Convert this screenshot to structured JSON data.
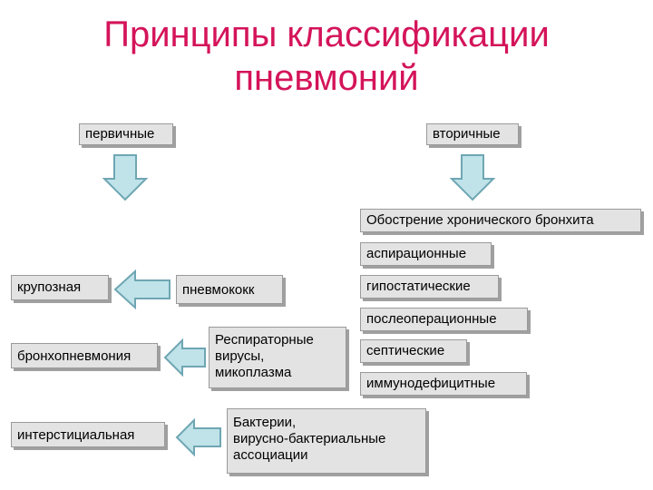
{
  "title": {
    "line1": "Принципы классификации",
    "line2": "пневмоний"
  },
  "nodes": {
    "primary": "первичные",
    "secondary": "вторичные",
    "chronic_bronchitis": "Обострение хронического бронхита",
    "aspiration": "аспирационные",
    "hypostatic": "гипостатические",
    "postoperative": "послеоперационные",
    "septic": "септические",
    "immunodeficient": "иммунодефицитные",
    "lobar": "крупозная",
    "pneumococcus": "пневмококк",
    "bronchopneumonia": "бронхопневмония",
    "respiratory_viruses": [
      "Респираторные",
      "вирусы,",
      "микоплазма"
    ],
    "interstitial": "интерстициальная",
    "bacteria": [
      "Бактерии,",
      "вирусно-бактериальные",
      "ассоциации"
    ]
  },
  "colors": {
    "title": "#d4145a",
    "box_fill": "#e3e3e3",
    "arrow_fill": "#bfe3e9",
    "arrow_stroke": "#6fa6b3"
  }
}
